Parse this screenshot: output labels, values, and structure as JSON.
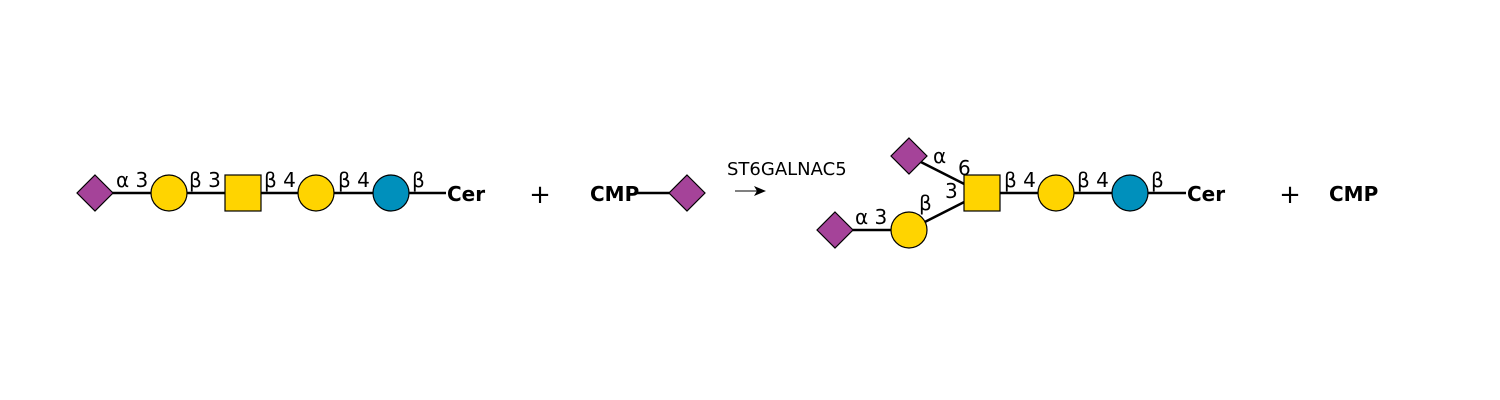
{
  "colors": {
    "sialic_acid": "#A54399",
    "galactose": "#FFD400",
    "galnac": "#FFD400",
    "glucose": "#0090BC"
  },
  "icons": {
    "sialic_acid": "purple-diamond",
    "galactose": "yellow-circle",
    "galnac": "yellow-square",
    "glucose": "blue-circle"
  },
  "reactant1": {
    "link_sia_gal": "α 3",
    "link_gal_galnac": "β 3",
    "link_galnac_gal": "β 4",
    "link_gal_glc": "β 4",
    "link_glc_cer": "β",
    "aglycone": "Cer"
  },
  "plus1": "+",
  "reactant2": {
    "donor": "CMP"
  },
  "arrow": {
    "enzyme": "ST6GALNAC5"
  },
  "product": {
    "link_sia2": "α",
    "link_pos6": "6",
    "link_pos3": "3",
    "link_sia_gal": "α 3",
    "link_gal_beta": "β",
    "link_galnac_gal": "β 4",
    "link_gal_glc": "β 4",
    "link_glc_cer": "β",
    "aglycone": "Cer"
  },
  "plus2": "+",
  "byproduct": {
    "label": "CMP"
  }
}
